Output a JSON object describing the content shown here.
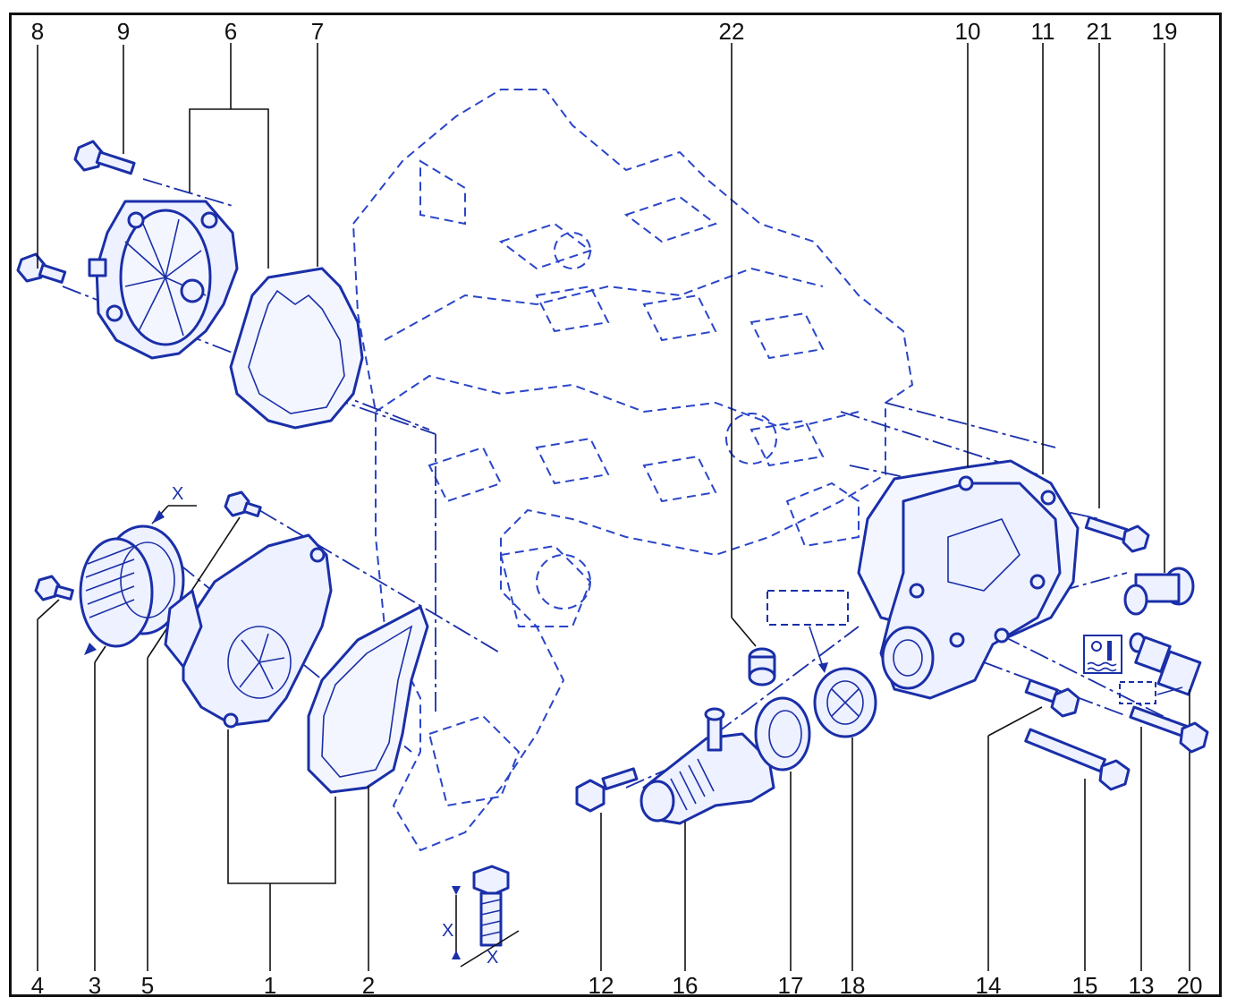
{
  "diagram": {
    "labels": {
      "top": [
        "8",
        "9",
        "6",
        "7",
        "22",
        "10",
        "11",
        "21",
        "19"
      ],
      "bottom": [
        "4",
        "3",
        "5",
        "1",
        "2",
        "12",
        "16",
        "17",
        "18",
        "14",
        "15",
        "13",
        "20"
      ]
    },
    "dimension_marks": [
      "X",
      "X",
      "X"
    ],
    "colors": {
      "line": "#1a2fa8",
      "label": "#111111",
      "frame": "#111111"
    },
    "icons": [
      "coolant-temperature-icon"
    ]
  }
}
